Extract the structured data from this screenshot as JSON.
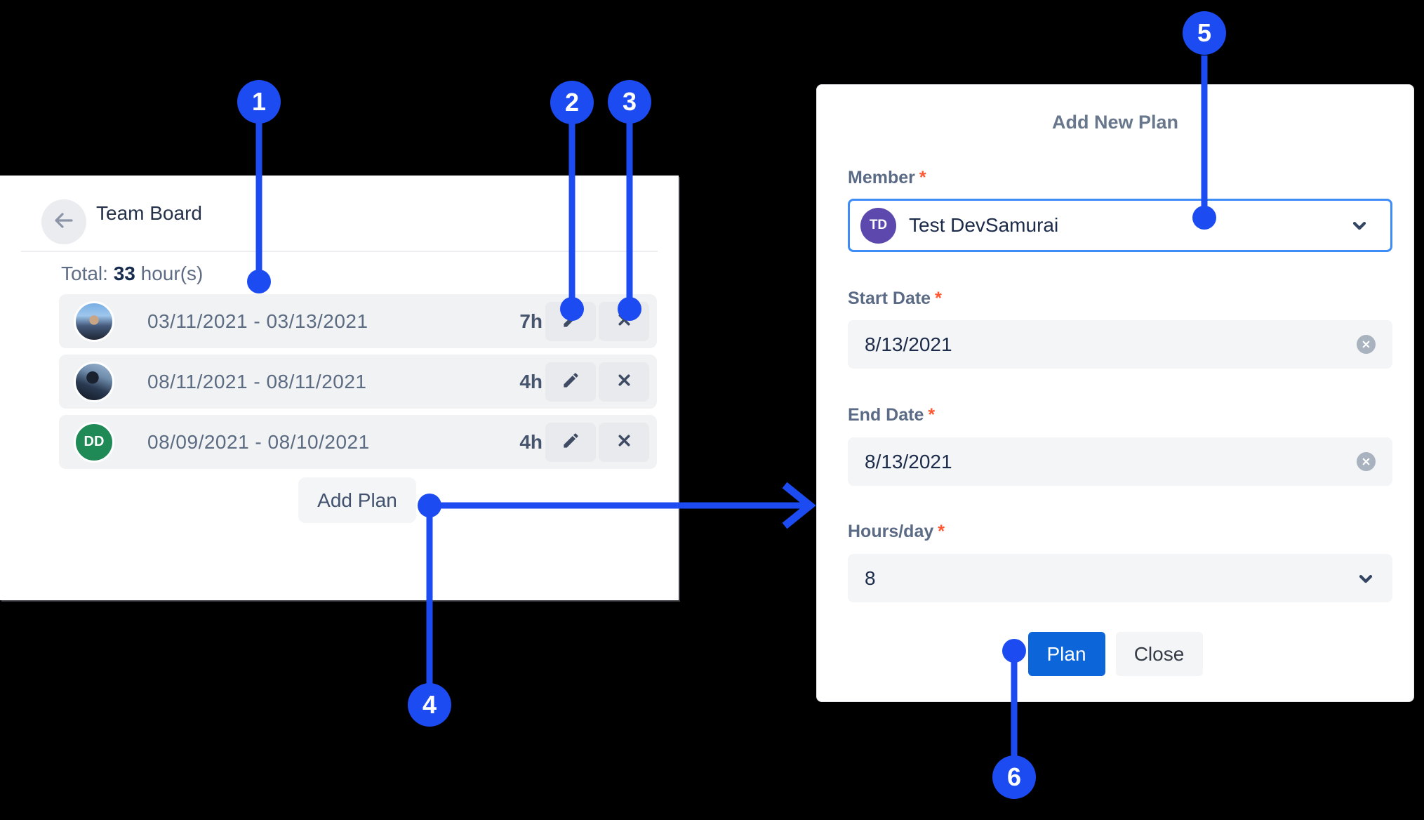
{
  "theme": {
    "annotation-blue": "#1c4bf2",
    "primary-blue": "#0c66d9",
    "member-border-blue": "#3d8cf7",
    "avatar-purple": "#5d49ae",
    "avatar-green": "#1f8a56",
    "required-red": "#ff5630"
  },
  "annotations": {
    "badges": [
      "1",
      "2",
      "3",
      "4",
      "5",
      "6"
    ]
  },
  "team_board": {
    "title": "Team Board",
    "total": {
      "prefix": "Total:",
      "value": "33",
      "suffix": "hour(s)"
    },
    "rows": [
      {
        "avatar": "photo",
        "date_range": "03/11/2021 - 03/13/2021",
        "hours": "7h"
      },
      {
        "avatar": "photo",
        "date_range": "08/11/2021 - 08/11/2021",
        "hours": "4h"
      },
      {
        "avatar": "initials",
        "initials": "DD",
        "date_range": "08/09/2021 - 08/10/2021",
        "hours": "4h"
      }
    ],
    "add_plan_button": "Add Plan"
  },
  "add_plan_form": {
    "title": "Add New Plan",
    "required_marker": "*",
    "member": {
      "label": "Member",
      "avatar_initials": "TD",
      "value": "Test DevSamurai"
    },
    "start_date": {
      "label": "Start Date",
      "value": "8/13/2021"
    },
    "end_date": {
      "label": "End Date",
      "value": "8/13/2021"
    },
    "hours_per_day": {
      "label": "Hours/day",
      "value": "8"
    },
    "buttons": {
      "plan": "Plan",
      "close": "Close"
    }
  }
}
